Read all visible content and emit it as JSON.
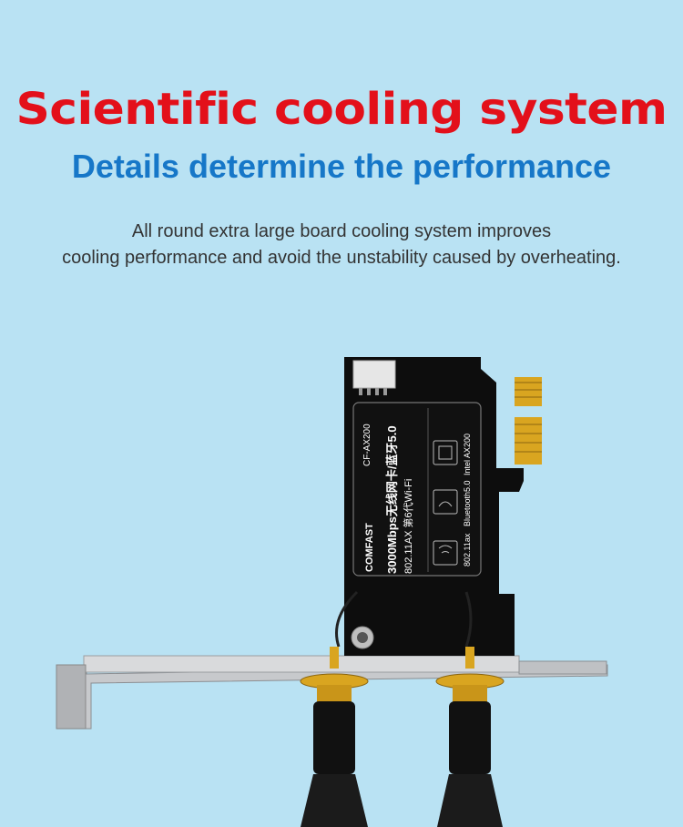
{
  "headline": "Scientific cooling system",
  "subheadline": "Details determine the performance",
  "description": {
    "line1": "All round extra large board cooling system improves",
    "line2": "cooling performance and avoid the unstability caused by overheating."
  },
  "card_labels": {
    "model": "CF-AX200",
    "title": "3000Mbps无线网卡/蓝牙5.0",
    "subtitle": "802.11AX 第6代Wi-Fi",
    "brand": "COMFAST",
    "feature_chip": "Intel AX200",
    "feature_bt": "Bluetooth5.0",
    "feature_wifi": "802.11ax"
  },
  "colors": {
    "background": "#b9e2f3",
    "headline": "#e3101a",
    "subheadline": "#1677c8",
    "card": "#111111",
    "gold": "#d9a520"
  },
  "icons": [
    "chip-icon",
    "bluetooth-gamepad-icon",
    "wifi6-icon"
  ]
}
